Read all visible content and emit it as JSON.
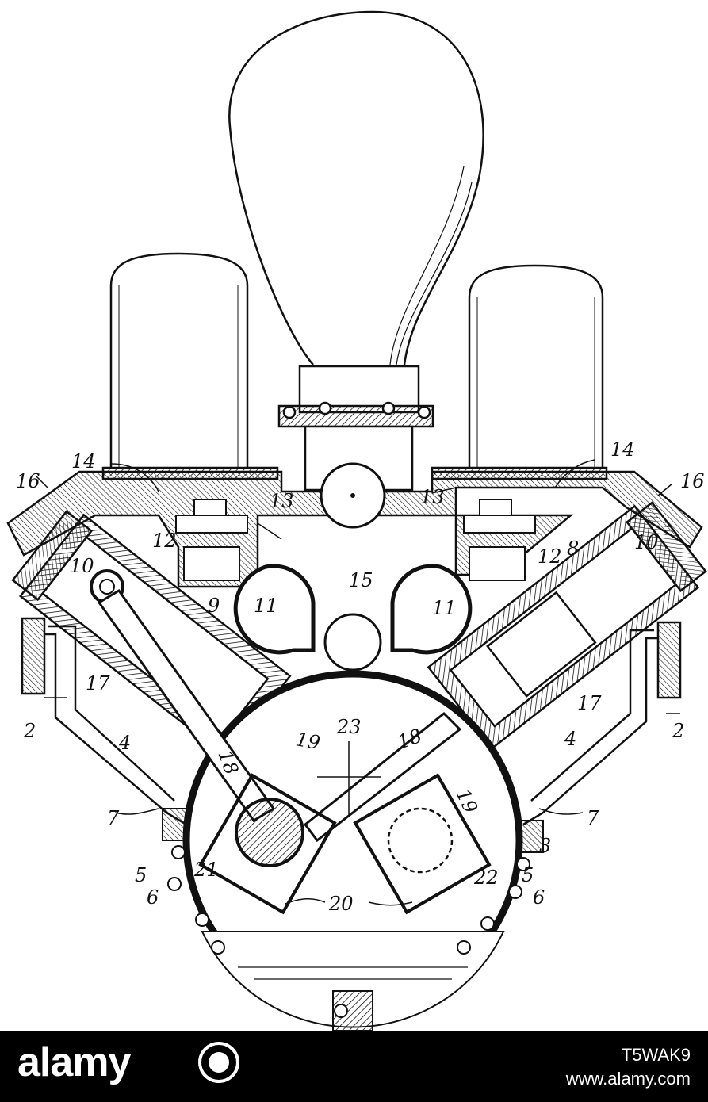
{
  "footer": {
    "brand": "alamy",
    "image_id": "T5WAK9",
    "site": "www.alamy.com"
  },
  "labels": [
    "2",
    "2",
    "3",
    "4",
    "4",
    "5",
    "5",
    "6",
    "6",
    "7",
    "7",
    "8",
    "9",
    "10",
    "10",
    "11",
    "11",
    "12",
    "12",
    "13",
    "13",
    "14",
    "14",
    "15",
    "16",
    "16",
    "17",
    "17",
    "18",
    "18",
    "19",
    "19",
    "20",
    "21",
    "22",
    "23"
  ],
  "colors": {
    "ink": "#111111",
    "paper": "#ffffff",
    "footer": "#000000"
  },
  "icons": {
    "brand": "alamy-logo-icon"
  }
}
